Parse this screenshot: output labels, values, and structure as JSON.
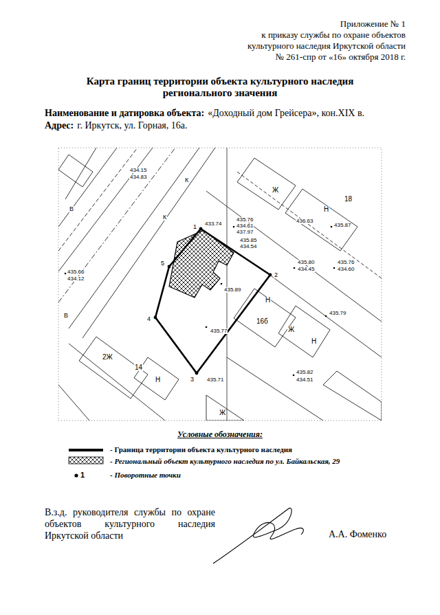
{
  "diagram": {
    "title": "Карта границ территории объекта культурного наследия регионального значения",
    "labels": [
      "Приложение № 1",
      "к приказу службы по охране объектов",
      "культурного наследия Иркутской области",
      "№ 261-спр от «16» октября 2018 г.",
      "Наименование и датировка объекта:",
      "«Доходный дом Грейсера», кон.XIX в.",
      "Адрес:",
      "г. Иркутск, ул. Горная, 16а.",
      "433.74",
      "435.76",
      "434.61",
      "437.97",
      "435.85",
      "434.54",
      "435.80",
      "434.45",
      "435.76",
      "434.60",
      "435.87",
      "435.79",
      "435.89",
      "435.77",
      "435.71",
      "435.66",
      "434.12",
      "435.82",
      "434.51",
      "436.63",
      "434.15",
      "434.83",
      "18",
      "Н",
      "Ж",
      "16б",
      "Ж",
      "Н",
      "Н",
      "14",
      "2Ж",
      "Н",
      "Ж",
      "5",
      "1",
      "2",
      "3",
      "4",
      "В",
      "К",
      "К",
      "В",
      "Условные обозначения:",
      "1",
      "В.з.д. руководителя службы по охране объектов культурного наследия Иркутской области",
      "А.А. Фоменко"
    ],
    "legend": [
      {
        "text": "- Граница территории объекта культурного наследия"
      },
      {
        "text": "- Региональный объект культурного наследия по ул. Байкальская, 29"
      },
      {
        "text": "- Поворотные точки"
      }
    ]
  }
}
